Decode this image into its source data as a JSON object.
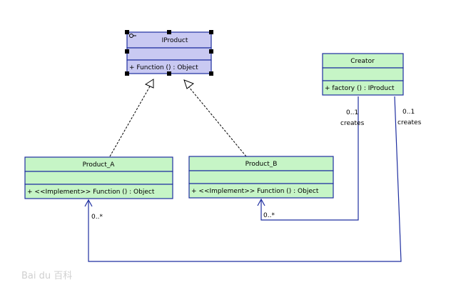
{
  "colors": {
    "interface_fill": "#c9c9f2",
    "class_fill": "#c6f5c6",
    "border": "#1e2ea0",
    "line": "#1e2ea0",
    "realization": "#000000"
  },
  "classes": {
    "iproduct": {
      "name": "IProduct",
      "stereotype_icon": "interface-icon",
      "operation": "+  Function ()  : Object"
    },
    "creator": {
      "name": "Creator",
      "operation": "+  factory ()  : IProduct"
    },
    "product_a": {
      "name": "Product_A",
      "operation": "+  <<Implement>>   Function ()  : Object"
    },
    "product_b": {
      "name": "Product_B",
      "operation": "+  <<Implement>>   Function ()  : Object"
    }
  },
  "associations": {
    "to_b": {
      "source_multiplicity": "0..1",
      "role": "creates",
      "target_multiplicity": "0..*"
    },
    "to_a": {
      "source_multiplicity": "0..1",
      "role": "creates",
      "target_multiplicity": "0..*"
    }
  },
  "watermark": {
    "text": "Bai du 百科"
  }
}
